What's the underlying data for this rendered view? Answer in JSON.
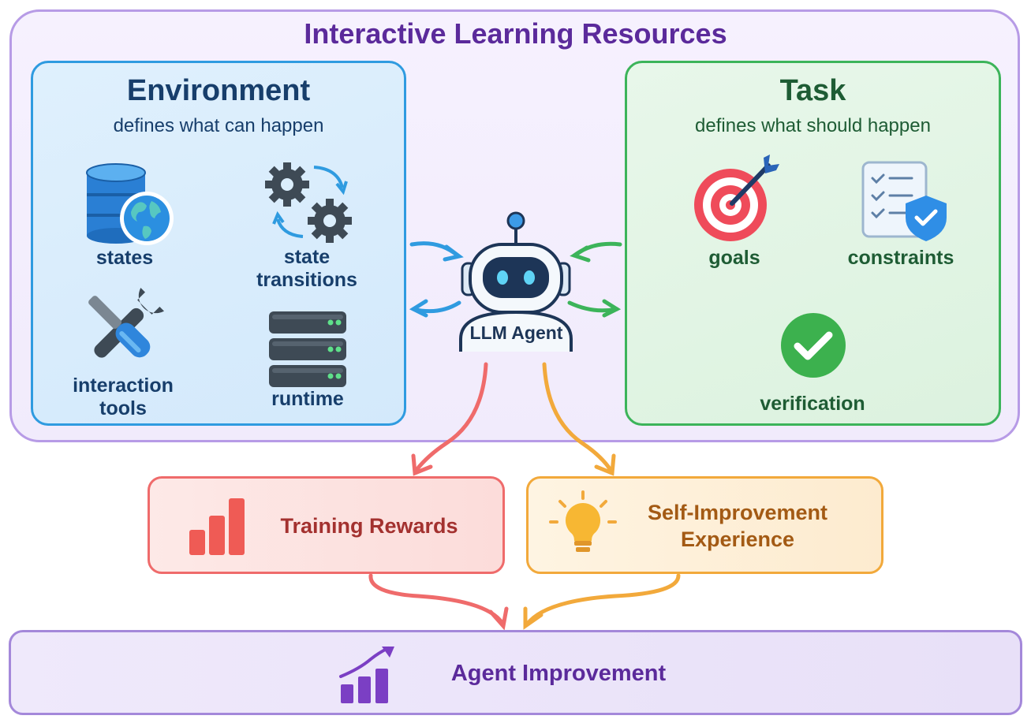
{
  "main_title": "Interactive Learning Resources",
  "environment": {
    "title": "Environment",
    "subtitle": "defines what can happen",
    "items": [
      {
        "label": "states",
        "icon": "database-globe-icon"
      },
      {
        "label_line1": "state",
        "label_line2": "transitions",
        "icon": "gears-cycle-icon"
      },
      {
        "label_line1": "interaction",
        "label_line2": "tools",
        "icon": "wrench-screwdriver-icon"
      },
      {
        "label": "runtime",
        "icon": "server-stack-icon"
      }
    ]
  },
  "task": {
    "title": "Task",
    "subtitle": "defines what should happen",
    "items": [
      {
        "label": "goals",
        "icon": "target-arrow-icon"
      },
      {
        "label": "constraints",
        "icon": "checklist-shield-icon"
      },
      {
        "label": "verification",
        "icon": "check-circle-icon"
      }
    ]
  },
  "agent": {
    "label": "LLM Agent",
    "icon": "robot-icon"
  },
  "outputs": {
    "training_rewards": {
      "label": "Training Rewards",
      "icon": "bar-chart-icon"
    },
    "self_improvement": {
      "line1": "Self-Improvement",
      "line2": "Experience",
      "icon": "lightbulb-icon"
    }
  },
  "result": {
    "label": "Agent Improvement",
    "icon": "growth-chart-icon"
  },
  "colors": {
    "title": "#5b2a9b",
    "environment": "#2f9be0",
    "task": "#3cb45a",
    "rewards": "#ef6b6b",
    "experience": "#f2a93b",
    "improvement": "#a488da"
  }
}
